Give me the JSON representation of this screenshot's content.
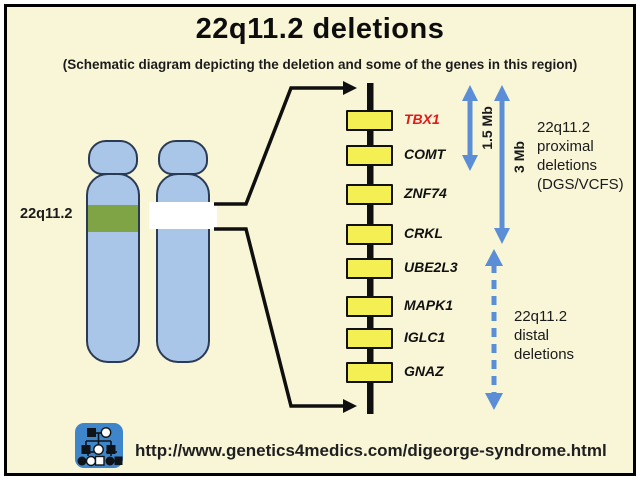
{
  "title": "22q11.2 deletions",
  "subtitle": "(Schematic diagram depicting the deletion and some of the genes in this region)",
  "left_panel": {
    "region_label": "22q11.2"
  },
  "genes": [
    {
      "name": "TBX1",
      "highlighted": true
    },
    {
      "name": "COMT"
    },
    {
      "name": "ZNF74"
    },
    {
      "name": "CRKL"
    },
    {
      "name": "UBE2L3"
    },
    {
      "name": "MAPK1"
    },
    {
      "name": "IGLC1"
    },
    {
      "name": "GNAZ"
    }
  ],
  "right_panel": {
    "short_span_label": "1.5 Mb",
    "long_span_label": "3 Mb",
    "proximal_text": "22q11.2\nproximal\ndeletions\n(DGS/VCFS)",
    "distal_text": "22q11.2\ndistal\ndeletions"
  },
  "footer": {
    "url": "http://www.genetics4medics.com/digeorge-syndrome.html",
    "logo_name": "pedigree-logo"
  },
  "colors": {
    "background": "#f9f6d8",
    "chromosome_fill": "#a9c6e8",
    "chromosome_border": "#2b3a55",
    "band_green": "#7ea445",
    "gene_box_yellow": "#f4ef52",
    "arrow_blue": "#5b8ed6",
    "highlight_gene_red": "#e01b1b",
    "logo_blue": "#3e86c9"
  }
}
